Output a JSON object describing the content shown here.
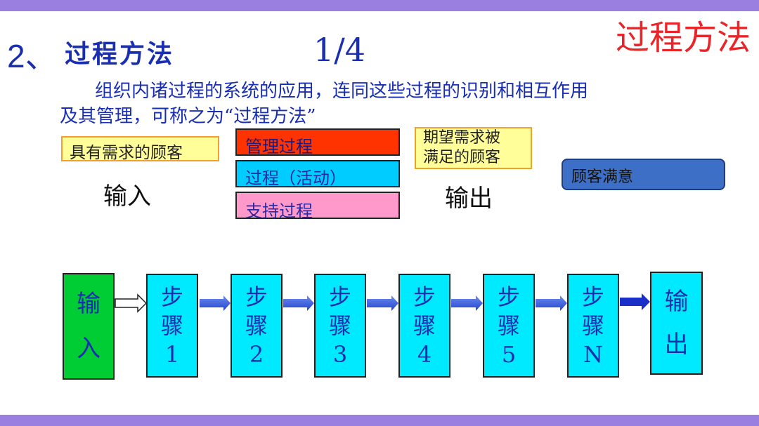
{
  "heading": {
    "number": "2、",
    "text": "过程方法",
    "page": "1/4"
  },
  "corner_title": "过程方法",
  "intro": {
    "line1": "组织内诸过程的系统的应用，连同这些过程的识别和相互作用",
    "line2": "及其管理，可称之为“过程方法”"
  },
  "boxes": {
    "customer": "具有需求的顾客",
    "management": "管理过程",
    "process": "过程（活动）",
    "support": "支持过程",
    "expect_line1": "期望需求被",
    "expect_line2": "满足的顾客",
    "satisfaction": "顾客满意"
  },
  "labels": {
    "input": "输入",
    "output": "输出"
  },
  "flow": {
    "input": [
      "输",
      "入"
    ],
    "steps": [
      [
        "步",
        "骤",
        "1"
      ],
      [
        "步",
        "骤",
        "2"
      ],
      [
        "步",
        "骤",
        "3"
      ],
      [
        "步",
        "骤",
        "4"
      ],
      [
        "步",
        "骤",
        "5"
      ],
      [
        "步",
        "骤",
        "N"
      ]
    ],
    "output": [
      "输",
      "出"
    ]
  },
  "colors": {
    "band": "#9b7fe0",
    "heading": "#1a2fb0",
    "corner_title": "#e8262a",
    "management": "#ff3300",
    "process": "#00ccff",
    "support": "#ff99cc",
    "flow_step": "#00eaff",
    "flow_input": "#00cc33",
    "arrow": "#3355dd"
  }
}
